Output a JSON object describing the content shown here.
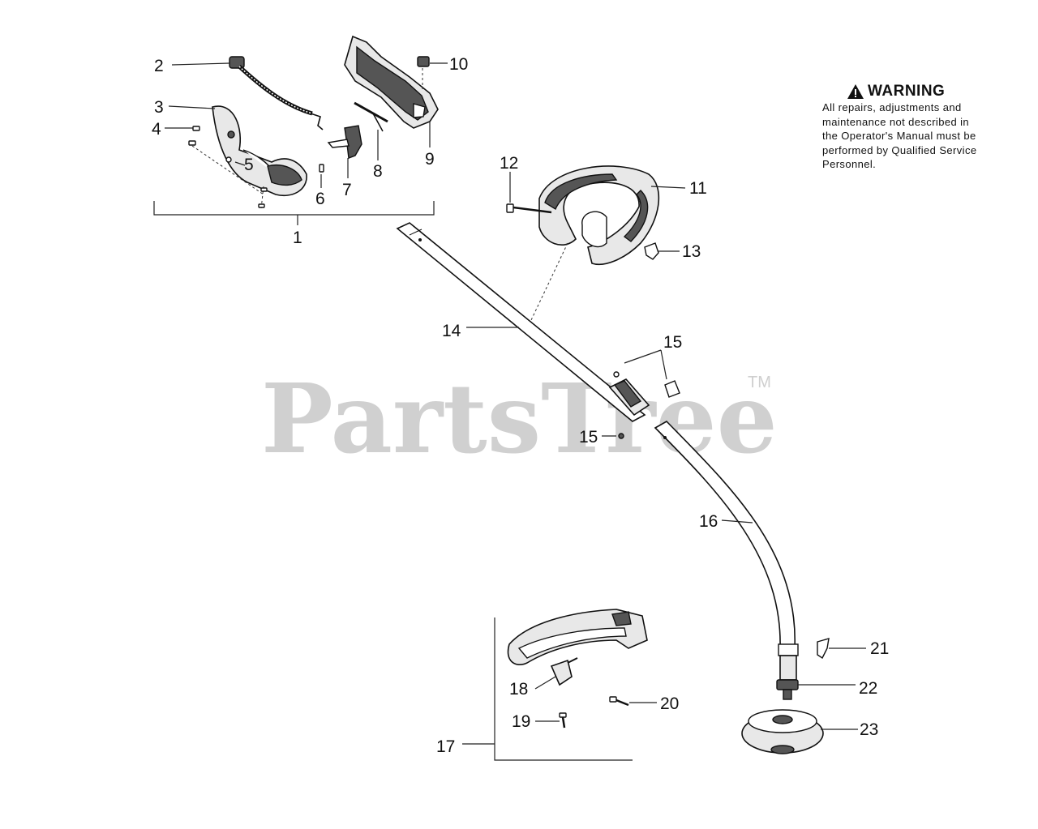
{
  "watermark": {
    "brand": "PartsTree",
    "trademark": "TM"
  },
  "warning": {
    "title": "WARNING",
    "icon": "warning-triangle-icon",
    "lines": [
      "All repairs, adjustments and",
      "maintenance not described in",
      "the Operator's Manual must be",
      "performed by Qualified Service",
      "Personnel."
    ]
  },
  "callouts": {
    "c1": "1",
    "c2": "2",
    "c3": "3",
    "c4": "4",
    "c5": "5",
    "c6": "6",
    "c7": "7",
    "c8": "8",
    "c9": "9",
    "c10": "10",
    "c11": "11",
    "c12": "12",
    "c13": "13",
    "c14": "14",
    "c15a": "15",
    "c15b": "15",
    "c16": "16",
    "c17": "17",
    "c18": "18",
    "c19": "19",
    "c20": "20",
    "c21": "21",
    "c22": "22",
    "c23": "23"
  }
}
